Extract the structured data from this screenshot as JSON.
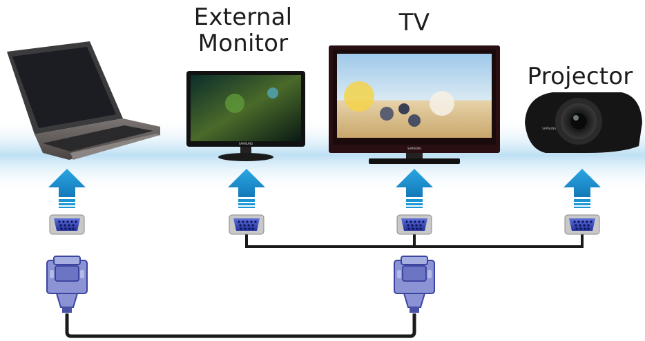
{
  "devices": {
    "laptop": {
      "label": ""
    },
    "external_monitor": {
      "label_line1": "External",
      "label_line2": "Monitor",
      "brand": "SAMSUNG"
    },
    "tv": {
      "label": "TV",
      "brand": "SAMSUNG"
    },
    "projector": {
      "label": "Projector",
      "brand": "SAMSUNG"
    }
  },
  "colors": {
    "arrow": "#1a96d4",
    "port": "#2f3fb0",
    "cable_connector": "#7e86cc",
    "cable": "#1a1a1a",
    "glow": "#bfe0f4"
  },
  "icons": [
    "laptop-icon",
    "monitor-icon",
    "tv-icon",
    "projector-icon",
    "up-arrow-icon",
    "vga-port-icon",
    "vga-connector-icon"
  ]
}
